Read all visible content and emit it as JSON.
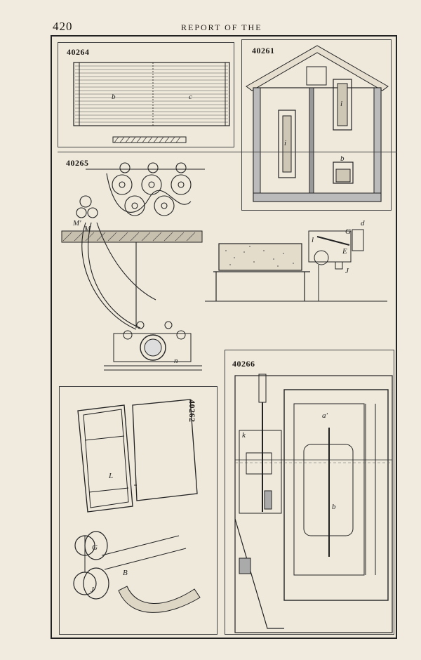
{
  "page": {
    "number": "420",
    "running_title": "REPORT OF THE"
  },
  "figures": {
    "f40264": "40264",
    "f40261": "40261",
    "f40265": "40265",
    "f40266": "40266",
    "f40262": "40262"
  },
  "labels": {
    "b": "b",
    "c": "c",
    "i": "i",
    "M": "M",
    "M2": "M'",
    "d": "d",
    "G": "G",
    "E": "E",
    "J": "J",
    "l": "l",
    "n": "n",
    "k": "k",
    "a": "a'",
    "L": "L",
    "B": "B"
  },
  "colors": {
    "paper": "#f1ebdf",
    "ink": "#1e1a16"
  }
}
